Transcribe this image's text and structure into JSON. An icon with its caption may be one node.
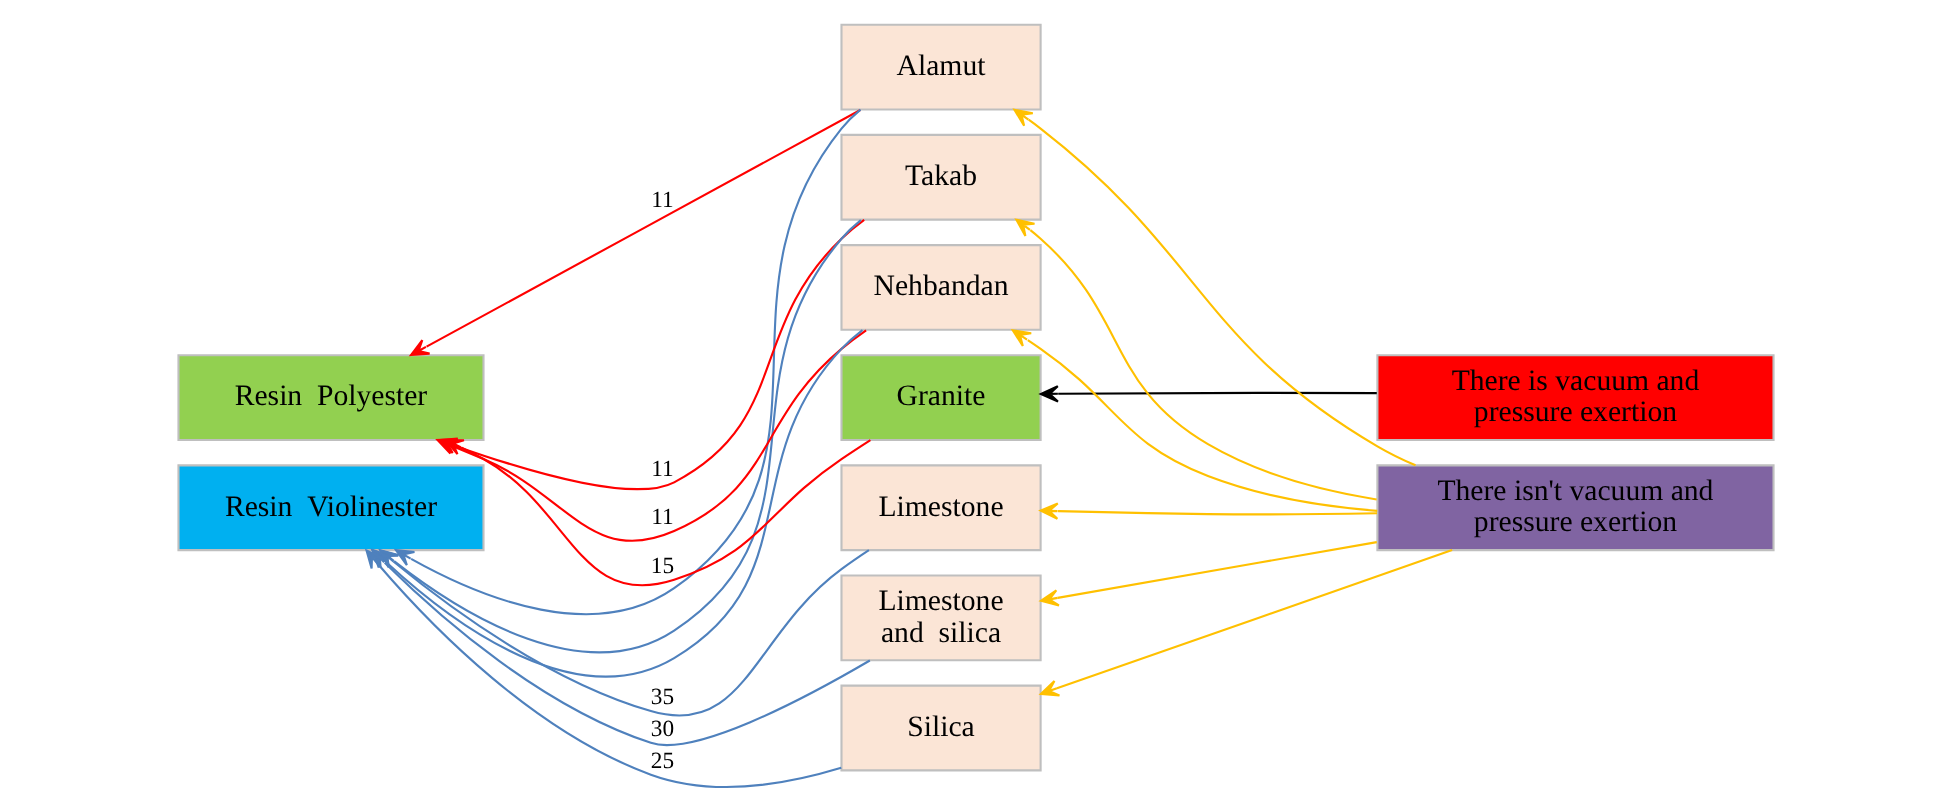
{
  "diagram": {
    "nodes": [
      {
        "text": [
          "Resin  Polyester"
        ]
      },
      {
        "text": [
          "Resin  Violinester"
        ]
      },
      {
        "text": [
          "Alamut"
        ]
      },
      {
        "text": [
          "Takab"
        ]
      },
      {
        "text": [
          "Nehbandan"
        ]
      },
      {
        "text": [
          "Granite"
        ]
      },
      {
        "text": [
          "Limestone"
        ]
      },
      {
        "text": [
          "Limestone and  silica"
        ]
      },
      {
        "text": [
          "Silica"
        ]
      },
      {
        "text": [
          "There is vacuum and pressure exertion"
        ]
      },
      {
        "text": [
          "There isn't vacuum and pressure exertion"
        ]
      }
    ],
    "edges": [
      {
        "from": 2,
        "to": 0,
        "arrow": "to",
        "label": "11",
        "color": "#ff0000"
      },
      {
        "from": 3,
        "to": 0,
        "arrow": "to",
        "label": "11",
        "color": "#ff0000"
      },
      {
        "from": 4,
        "to": 0,
        "arrow": "to",
        "label": "11",
        "color": "#ff0000"
      },
      {
        "from": 5,
        "to": 0,
        "arrow": "to",
        "label": "15",
        "color": "#ff0000"
      },
      {
        "from": 2,
        "to": 1,
        "arrow": "to",
        "color": "#4f81bd"
      },
      {
        "from": 3,
        "to": 1,
        "arrow": "to",
        "color": "#4f81bd"
      },
      {
        "from": 4,
        "to": 1,
        "arrow": "to",
        "color": "#4f81bd"
      },
      {
        "from": 6,
        "to": 1,
        "arrow": "to",
        "label": "35",
        "color": "#4f81bd"
      },
      {
        "from": 7,
        "to": 1,
        "arrow": "to",
        "label": "30",
        "color": "#4f81bd"
      },
      {
        "from": 8,
        "to": 1,
        "arrow": "to",
        "label": "25",
        "color": "#4f81bd"
      },
      {
        "from": 9,
        "to": 5,
        "arrow": "to",
        "color": "#000000"
      },
      {
        "from": 10,
        "to": 2,
        "arrow": "to",
        "color": "#ffc000"
      },
      {
        "from": 10,
        "to": 3,
        "arrow": "to",
        "color": "#ffc000"
      },
      {
        "from": 10,
        "to": 4,
        "arrow": "to",
        "color": "#ffc000"
      },
      {
        "from": 10,
        "to": 6,
        "arrow": "to",
        "color": "#ffc000"
      },
      {
        "from": 10,
        "to": 7,
        "arrow": "to",
        "color": "#ffc000"
      },
      {
        "from": 10,
        "to": 8,
        "arrow": "to",
        "color": "#ffc000"
      }
    ]
  }
}
